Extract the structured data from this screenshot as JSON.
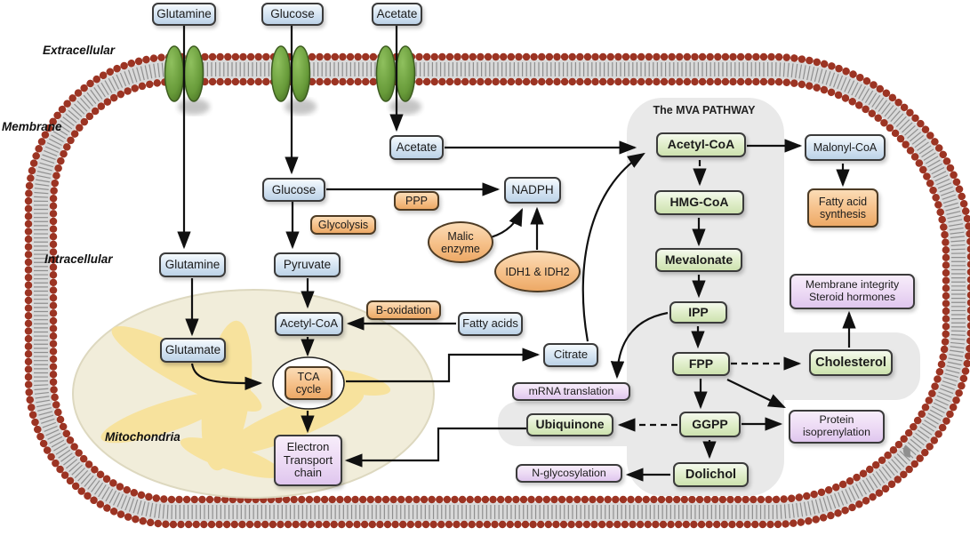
{
  "diagram": {
    "panel_title": "The MVA PATHWAY",
    "regions": {
      "extracellular": "Extracellular",
      "membrane": "Membrane",
      "intracellular": "Intracellular",
      "mitochondria": "Mitochondria"
    },
    "nodes": {
      "glutamine_top": "Glutamine",
      "glucose_top": "Glucose",
      "acetate_top": "Acetate",
      "acetate_in": "Acetate",
      "glucose_in": "Glucose",
      "ppp": "PPP",
      "nadph": "NADPH",
      "glycolysis": "Glycolysis",
      "malic_enzyme": "Malic enzyme",
      "idh": "IDH1 & IDH2",
      "glutamine_in": "Glutamine",
      "pyruvate": "Pyruvate",
      "acetyl_coa_mito": "Acetyl-CoA",
      "b_oxidation": "B-oxidation",
      "fatty_acids": "Fatty acids",
      "glutamate": "Glutamate",
      "tca": "TCA cycle",
      "citrate": "Citrate",
      "mrna_translation": "mRNA translation",
      "electron_transport_chain": "Electron Transport chain",
      "ubiquinone": "Ubiquinone",
      "n_glycosylation": "N-glycosylation",
      "acetyl_coa_mva": "Acetyl-CoA",
      "hmg_coa": "HMG-CoA",
      "mevalonate": "Mevalonate",
      "ipp": "IPP",
      "fpp": "FPP",
      "ggpp": "GGPP",
      "dolichol": "Dolichol",
      "malonyl_coa": "Malonyl-CoA",
      "fatty_acid_synthesis": "Fatty acid synthesis",
      "membrane_integrity": "Membrane integrity Steroid hormones",
      "cholesterol": "Cholesterol",
      "protein_isoprenylation": "Protein isoprenylation"
    },
    "edges": [
      {
        "from": "glutamine_top",
        "to": "glutamine_in",
        "style": "solid"
      },
      {
        "from": "glucose_top",
        "to": "glucose_in",
        "style": "solid"
      },
      {
        "from": "acetate_top",
        "to": "acetate_in",
        "style": "solid"
      },
      {
        "from": "glucose_in",
        "to": "nadph",
        "style": "solid",
        "via": "PPP"
      },
      {
        "from": "glucose_in",
        "to": "pyruvate",
        "style": "solid",
        "via": "Glycolysis"
      },
      {
        "from": "pyruvate",
        "to": "acetyl_coa_mito",
        "style": "solid"
      },
      {
        "from": "fatty_acids",
        "to": "acetyl_coa_mito",
        "style": "solid",
        "via": "B-oxidation"
      },
      {
        "from": "acetyl_coa_mito",
        "to": "tca",
        "style": "solid"
      },
      {
        "from": "glutamine_in",
        "to": "glutamate",
        "style": "solid"
      },
      {
        "from": "glutamate",
        "to": "tca",
        "style": "solid"
      },
      {
        "from": "tca",
        "to": "citrate",
        "style": "solid"
      },
      {
        "from": "tca",
        "to": "electron_transport_chain",
        "style": "solid"
      },
      {
        "from": "malic_enzyme",
        "to": "nadph",
        "style": "solid"
      },
      {
        "from": "idh",
        "to": "nadph",
        "style": "solid"
      },
      {
        "from": "acetate_in",
        "to": "acetyl_coa_mva",
        "style": "solid"
      },
      {
        "from": "citrate",
        "to": "acetyl_coa_mva",
        "style": "solid"
      },
      {
        "from": "acetyl_coa_mva",
        "to": "malonyl_coa",
        "style": "solid"
      },
      {
        "from": "malonyl_coa",
        "to": "fatty_acid_synthesis",
        "style": "solid"
      },
      {
        "from": "acetyl_coa_mva",
        "to": "hmg_coa",
        "style": "dashed"
      },
      {
        "from": "hmg_coa",
        "to": "mevalonate",
        "style": "solid"
      },
      {
        "from": "mevalonate",
        "to": "ipp",
        "style": "dashed"
      },
      {
        "from": "ipp",
        "to": "fpp",
        "style": "dashed"
      },
      {
        "from": "ipp",
        "to": "mrna_translation",
        "style": "solid"
      },
      {
        "from": "fpp",
        "to": "cholesterol",
        "style": "dashed"
      },
      {
        "from": "fpp",
        "to": "ggpp",
        "style": "solid"
      },
      {
        "from": "fpp",
        "to": "protein_isoprenylation",
        "style": "solid"
      },
      {
        "from": "ggpp",
        "to": "protein_isoprenylation",
        "style": "solid"
      },
      {
        "from": "ggpp",
        "to": "ubiquinone",
        "style": "dashed"
      },
      {
        "from": "ggpp",
        "to": "dolichol",
        "style": "dashed"
      },
      {
        "from": "dolichol",
        "to": "n_glycosylation",
        "style": "solid"
      },
      {
        "from": "ubiquinone",
        "to": "electron_transport_chain",
        "style": "solid"
      },
      {
        "from": "cholesterol",
        "to": "membrane_integrity",
        "style": "solid"
      }
    ],
    "colors": {
      "metabolite_blue": "#cfe0ef",
      "pathway_green": "#d9e8c4",
      "enzyme_orange": "#f5bd88",
      "process_purple": "#ecd9f3",
      "panel_gray": "#e9e9e9",
      "membrane_bead_red": "#9c3423",
      "transporter_green": "#6b9c3e",
      "mitochondria_fill": "#f1edda",
      "mitochondria_inner": "#f8e29a"
    }
  }
}
